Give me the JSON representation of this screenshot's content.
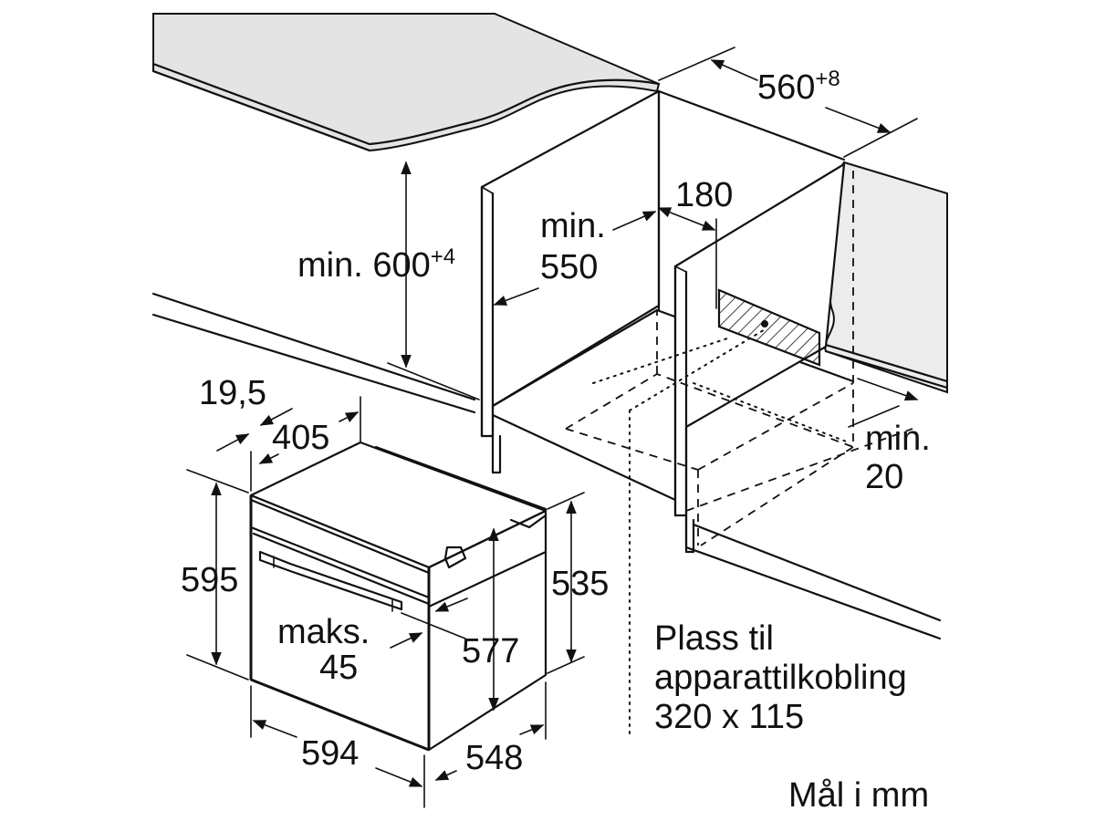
{
  "dimensions": {
    "niche_width": "560",
    "niche_width_tol": "+8",
    "height_min": "min. 600",
    "height_min_tol": "+4",
    "depth_min_1": "min.",
    "depth_min_2": "550",
    "gap_180": "180",
    "gap_min20_1": "min.",
    "gap_min20_2": "20",
    "front_19_5": "19,5",
    "front_405": "405",
    "oven_595": "595",
    "oven_535": "535",
    "oven_577": "577",
    "oven_594": "594",
    "oven_548": "548",
    "max45_1": "maks.",
    "max45_2": "45"
  },
  "connection_note": {
    "line1": "Plass til",
    "line2": "apparattilkobling",
    "line3": "320 x 115"
  },
  "unit_note": "Mål i mm"
}
